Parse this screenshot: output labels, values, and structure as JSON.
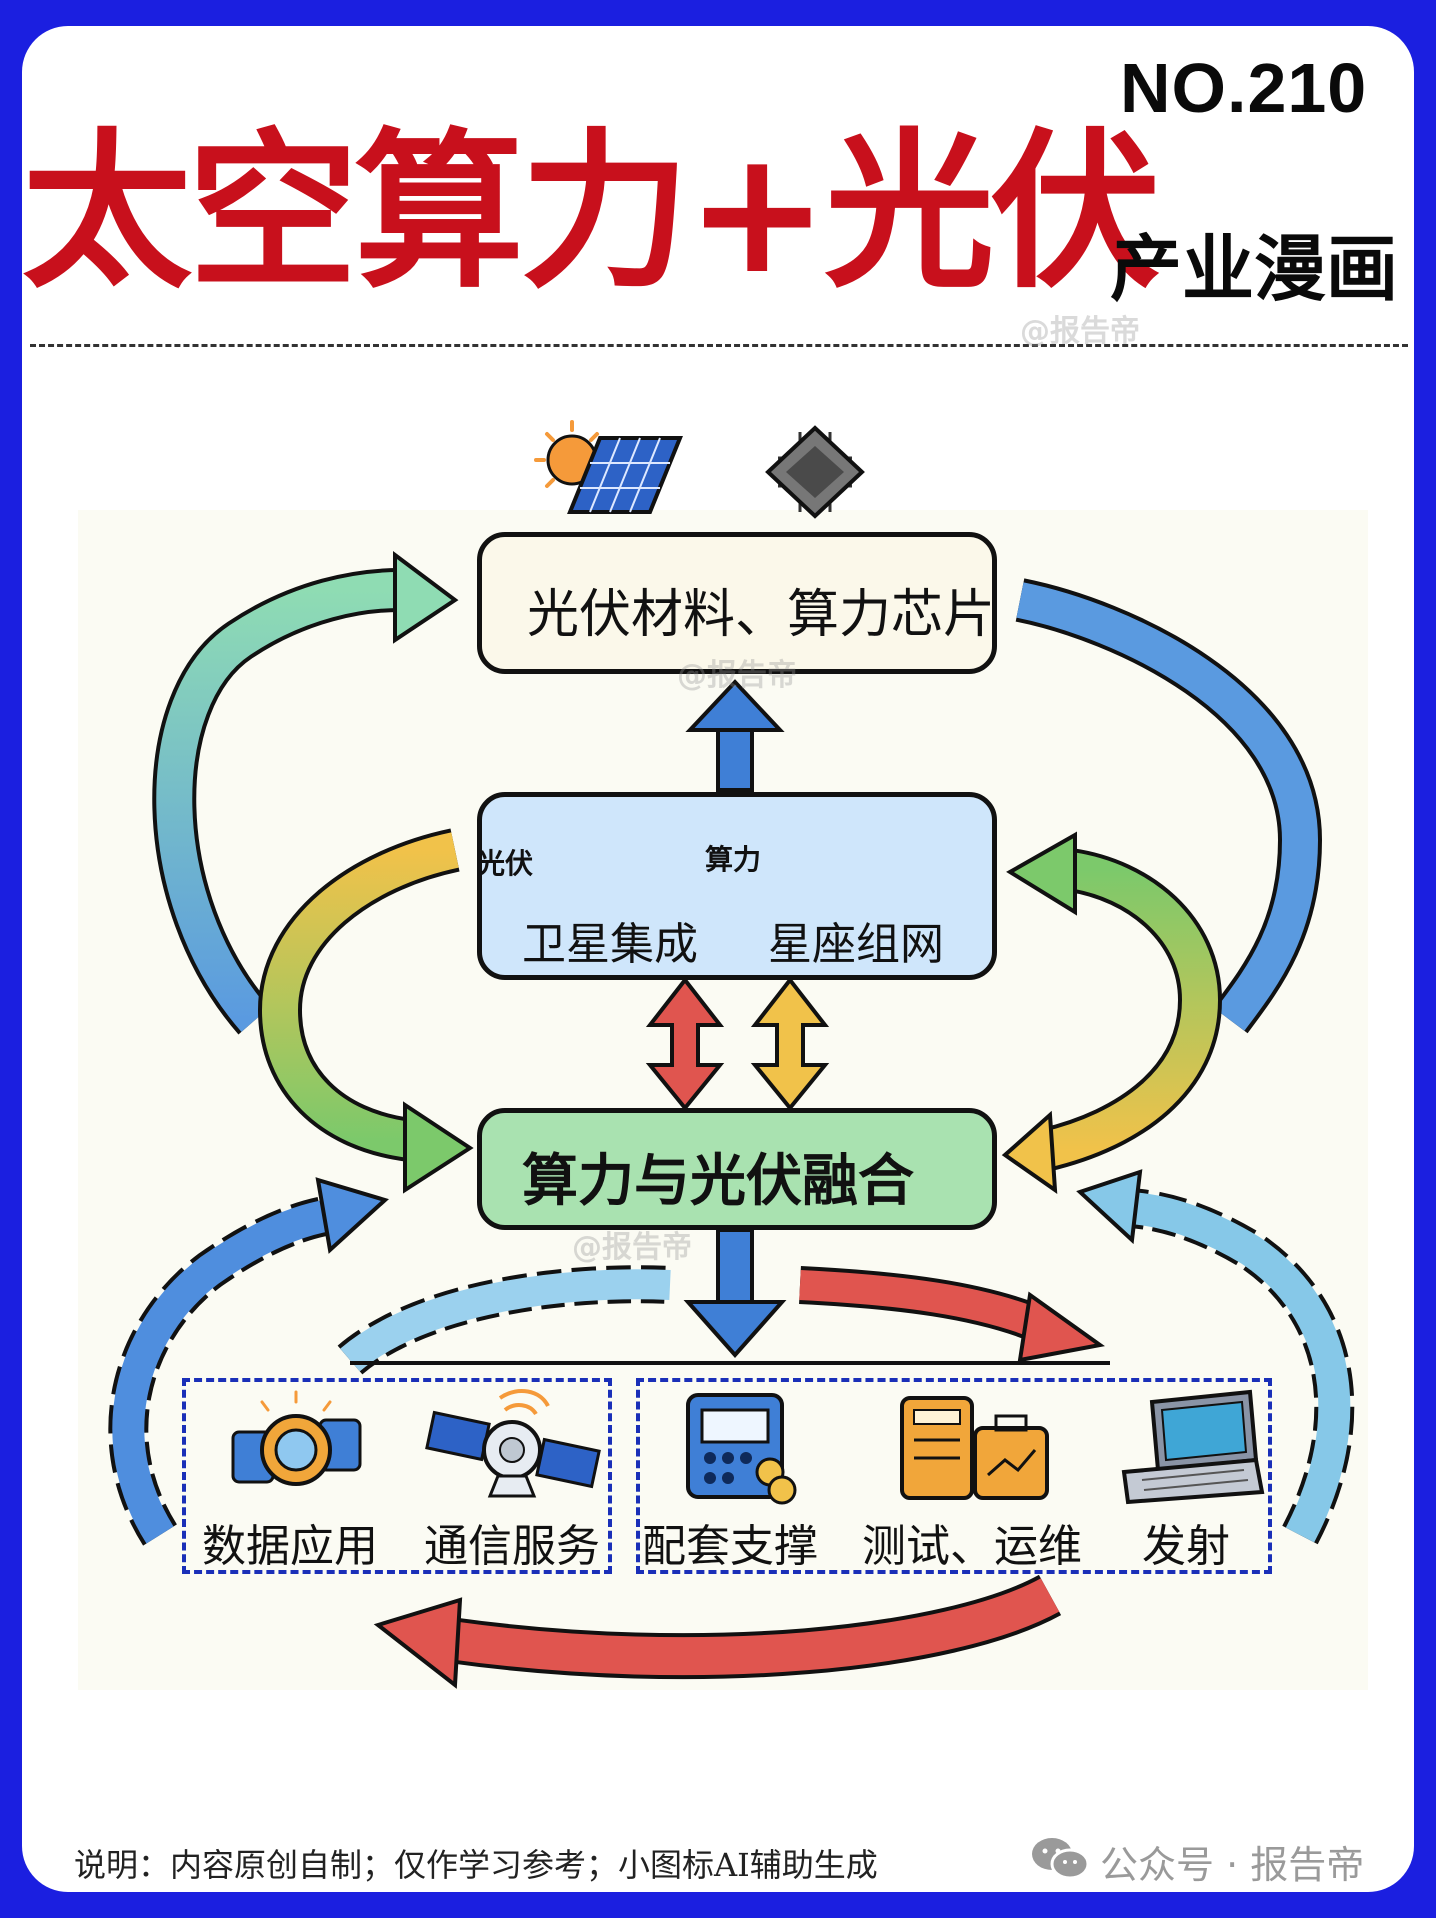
{
  "header": {
    "issue": "NO.210",
    "title": "太空算力+光伏",
    "subtitle": "产业漫画"
  },
  "watermark": "@报告帝",
  "diagram": {
    "top_box": "光伏材料、算力芯片",
    "middle_box": {
      "left_tag": "光伏",
      "right_tag": "算力",
      "left_label": "卫星集成",
      "right_label": "星座组网"
    },
    "core_box": "算力与光伏融合",
    "bottom_left_group": [
      "数据应用",
      "通信服务"
    ],
    "bottom_right_group": [
      "配套支撑",
      "测试、运维",
      "发射"
    ]
  },
  "footer": {
    "note": "说明：内容原创自制；仅作学习参考；小图标AI辅助生成",
    "brand": "公众号 · 报告帝"
  },
  "colors": {
    "title_red": "#c8101c",
    "frame_blue": "#1b1fe0",
    "arrow_blue": "#3f7fd6",
    "arrow_red": "#e0554f",
    "arrow_yellow": "#f1c24a",
    "arrow_green": "#7cc96b",
    "box_green": "#a9e2b0",
    "box_lightblue": "#cfe6fb"
  }
}
